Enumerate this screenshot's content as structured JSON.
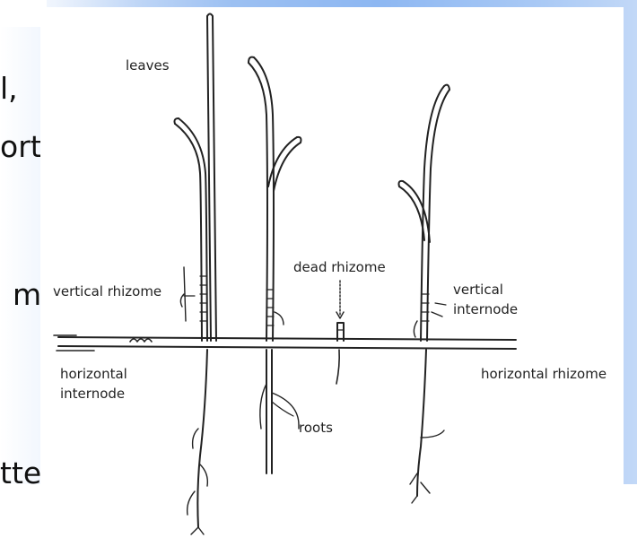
{
  "slide": {
    "text_fragments": [
      "l,",
      "ort",
      "m",
      "tte"
    ]
  },
  "diagram": {
    "labels": {
      "leaves": "leaves",
      "vertical_rhizome": "vertical rhizome",
      "dead_rhizome": "dead rhizome",
      "vertical_internode_line1": "vertical",
      "vertical_internode_line2": "internode",
      "horizontal_internode_line1": "horizontal",
      "horizontal_internode_line2": "internode",
      "horizontal_rhizome": "horizontal rhizome",
      "roots": "roots"
    },
    "colors": {
      "ink": "#222222",
      "slide_blue": "#8db7f2"
    }
  }
}
